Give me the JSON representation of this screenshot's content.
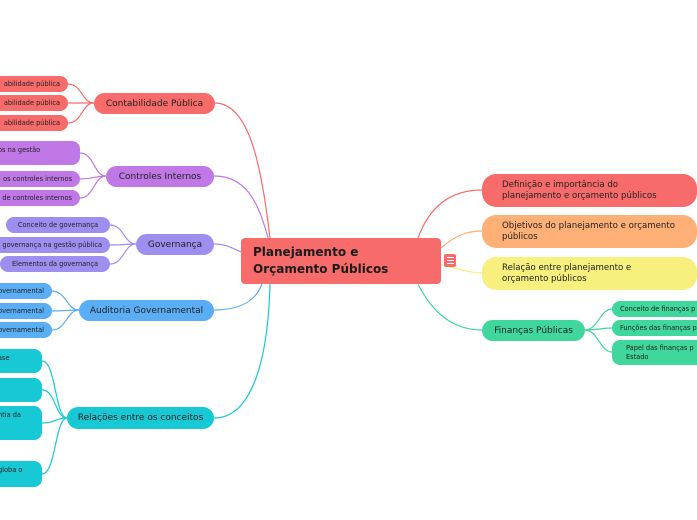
{
  "central": {
    "title": "Planejamento e Orçamento Públicos"
  },
  "left_topics": [
    {
      "label": "Contabilidade Pública",
      "color": "#f76b6b",
      "children": [
        "abilidade pública",
        "abilidade pública",
        "abilidade pública"
      ]
    },
    {
      "label": "Controles Internos",
      "color": "#c078e6",
      "children": [
        "os na gestão",
        "os controles internos",
        "de controles internos"
      ]
    },
    {
      "label": "Governança",
      "color": "#9d8ef0",
      "children": [
        "Conceito de governança",
        "governança na gestão pública",
        "Elementos da governança"
      ]
    },
    {
      "label": "Auditoria Governamental",
      "color": "#5aaef5",
      "children": [
        "overnamental",
        "overnamental",
        "overnamental"
      ]
    },
    {
      "label": "Relações entre os conceitos",
      "color": "#17c9d4",
      "children": [
        "ase",
        "",
        "ntia da",
        "globa o"
      ]
    }
  ],
  "right_topics": [
    {
      "label": "Definição e importância do planejamento e orçamento públicos",
      "color": "#f76b6b"
    },
    {
      "label": "Objetivos do planejamento e orçamento públicos",
      "color": "#feb077"
    },
    {
      "label": "Relação entre planejamento e orçamento públicos",
      "color": "#f7f07e"
    },
    {
      "label": "Finanças Públicas",
      "color": "#3fd79c",
      "children": [
        "Conceito de finanças p",
        "Funções das finanças p",
        "Papel das finanças p Estado"
      ]
    }
  ],
  "note_icon": "note-icon"
}
